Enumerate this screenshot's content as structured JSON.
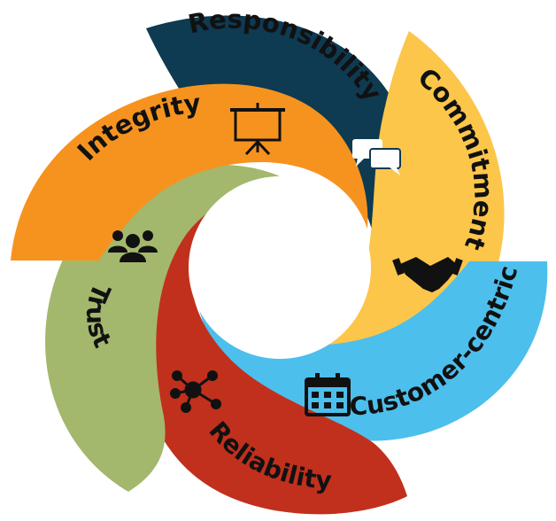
{
  "segments": [
    {
      "label": "Responsibility",
      "color": "#0e3a52",
      "icon": "chat-bubbles-icon"
    },
    {
      "label": "Commitment",
      "color": "#fcc64b",
      "icon": "handshake-icon"
    },
    {
      "label": "Customer-centric",
      "color": "#4cbfec",
      "icon": "calendar-icon"
    },
    {
      "label": "Reliability",
      "color": "#c1301c",
      "icon": "network-nodes-icon"
    },
    {
      "label": "Trust",
      "color": "#a3b86c",
      "icon": "team-icon"
    },
    {
      "label": "Integrity",
      "color": "#f6931f",
      "icon": "presentation-board-icon"
    }
  ]
}
